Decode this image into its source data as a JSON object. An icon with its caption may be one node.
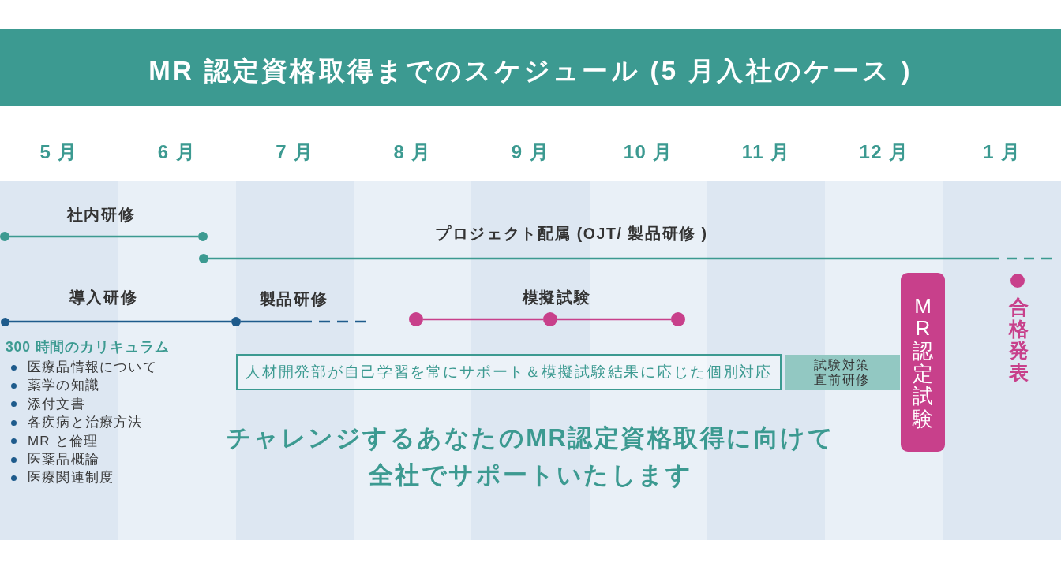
{
  "diagram": {
    "title": "MR 認定資格取得までのスケジュール (5 月入社のケース )",
    "nodes": [
      {
        "text": [],
        "shape": "circle"
      },
      {
        "text": [],
        "shape": "circle"
      },
      {
        "text": [],
        "shape": "circle"
      },
      {
        "text": [],
        "shape": "circle"
      },
      {
        "text": [],
        "shape": "circle"
      },
      {
        "text": [],
        "shape": "circle"
      },
      {
        "text": [],
        "shape": "circle",
        "beside": [
          "模擬試験"
        ]
      },
      {
        "text": [],
        "shape": "circle"
      },
      {
        "text": [
          "人材開発部が自己学習を常にサポート＆模擬試験結果に応じた個別対応"
        ]
      },
      {
        "text": [
          "試験対策直前研修"
        ]
      },
      {
        "text": [
          "MR認定試験"
        ]
      },
      {
        "text": [],
        "shape": "circle",
        "beside": [
          "合格発表"
        ]
      }
    ],
    "edges": [
      {
        "from": 0,
        "to": 1,
        "arrow": "none",
        "label": "社内研修",
        "color": "#3c9a91"
      },
      {
        "from": 2,
        "to": null,
        "arrow": "none",
        "label": "プロジェクト配属 (OJT/ 製品研修 )",
        "style": "dashed",
        "color": "#3c9a91"
      },
      {
        "from": 3,
        "to": 4,
        "arrow": "none",
        "label": "導入研修",
        "color": "#1e5b8c"
      },
      {
        "from": 4,
        "to": null,
        "arrow": "none",
        "label": "製品研修",
        "style": "dashed",
        "color": "#1e5b8c"
      },
      {
        "from": 5,
        "to": 6,
        "arrow": "none",
        "color": "#c8408b"
      },
      {
        "from": 6,
        "to": 7,
        "arrow": "none",
        "color": "#c8408b"
      }
    ],
    "labels": [
      "5 月",
      "6 月",
      "7 月",
      "8 月",
      "9 月",
      "10 月",
      "11 月",
      "12 月",
      "1 月",
      "300 時間のカリキュラム",
      "医療品情報について",
      "薬学の知識",
      "添付文書",
      "各疾病と治療方法",
      "MR と倫理",
      "医薬品概論",
      "医療関連制度",
      "チャレンジするあなたのMR認定資格取得に向けて全社でサポートいたします"
    ]
  }
}
